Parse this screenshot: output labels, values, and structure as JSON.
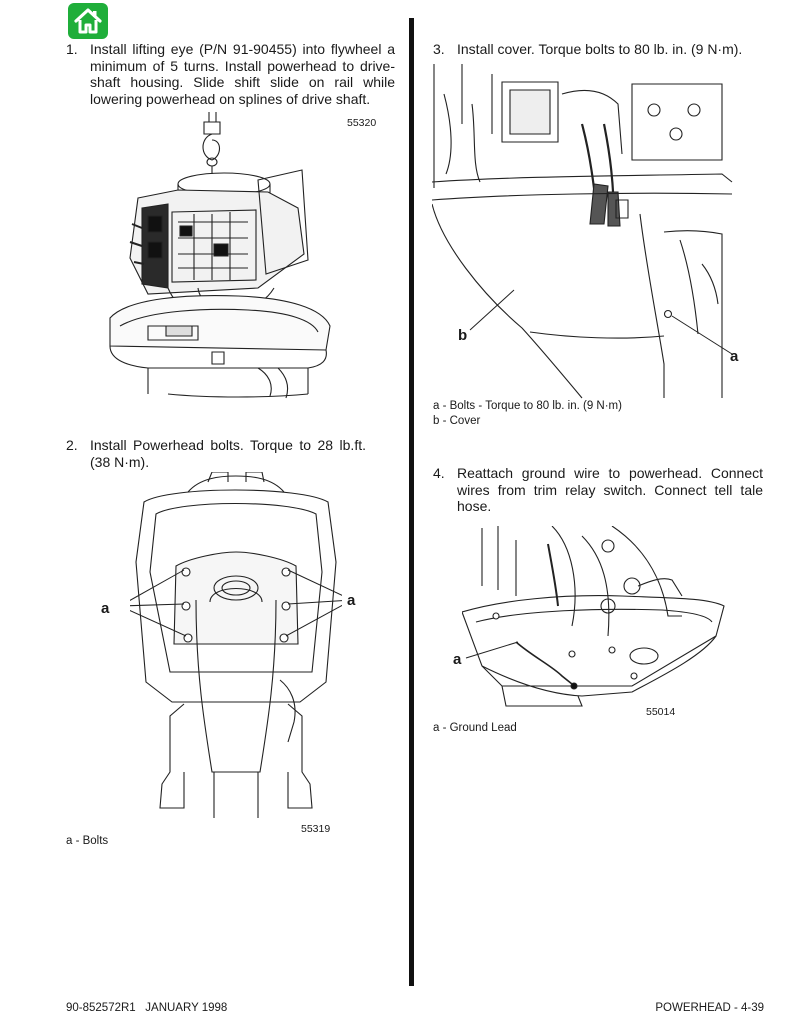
{
  "nav": {
    "home_icon": "home-icon",
    "accent": "#1fae3a"
  },
  "steps": [
    {
      "num": "1.",
      "text": "Install lifting eye (P/N 91-90455) into flywheel a minimum of 5 turns. Install powerhead to drive-shaft housing. Slide shift slide on rail while lowering powerhead on splines of drive shaft."
    },
    {
      "num": "2.",
      "text": "Install Powerhead bolts. Torque to 28 lb.ft. (38 N·m)."
    },
    {
      "num": "3.",
      "text": "Install cover. Torque bolts to 80 lb. in. (9 N·m)."
    },
    {
      "num": "4.",
      "text": "Reattach ground wire to powerhead. Connect wires from trim relay switch. Connect tell tale hose."
    }
  ],
  "figures": {
    "fig1": {
      "number": "55320"
    },
    "fig2": {
      "number": "55319",
      "callout_left": "a",
      "callout_right": "a",
      "caption": [
        "a - Bolts"
      ]
    },
    "fig3": {
      "callout_a": "a",
      "callout_b": "b",
      "caption": [
        "a - Bolts - Torque to 80 lb. in. (9 N·m)",
        "b - Cover"
      ]
    },
    "fig4": {
      "number": "55014",
      "callout_a": "a",
      "caption": [
        "a - Ground Lead"
      ]
    }
  },
  "footer": {
    "left": "90-852572R1   JANUARY 1998",
    "right": "POWERHEAD - 4-39"
  }
}
